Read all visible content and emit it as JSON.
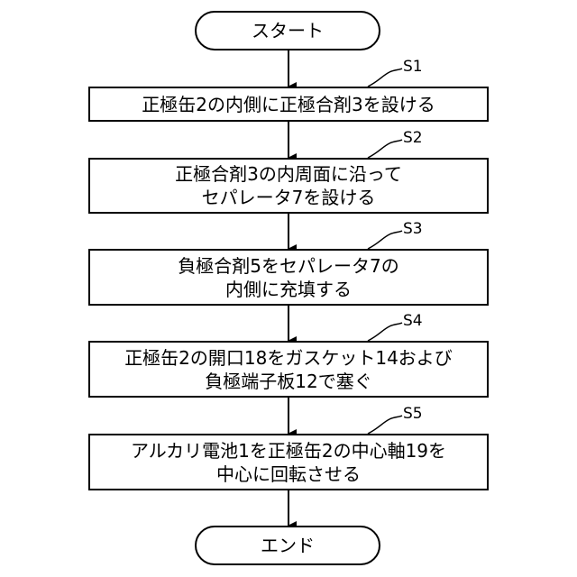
{
  "flowchart": {
    "start": "スタート",
    "end": "エンド",
    "steps": [
      {
        "id": "S1",
        "text": "正極缶2の内側に正極合剤3を設ける"
      },
      {
        "id": "S2",
        "text": "正極合剤3の内周面に沿って\nセパレータ7を設ける"
      },
      {
        "id": "S3",
        "text": "負極合剤5をセパレータ7の\n内側に充填する"
      },
      {
        "id": "S4",
        "text": "正極缶2の開口18をガスケット14および\n負極端子板12で塞ぐ"
      },
      {
        "id": "S5",
        "text": "アルカリ電池1を正極缶2の中心軸19を\n中心に回転させる"
      }
    ]
  }
}
